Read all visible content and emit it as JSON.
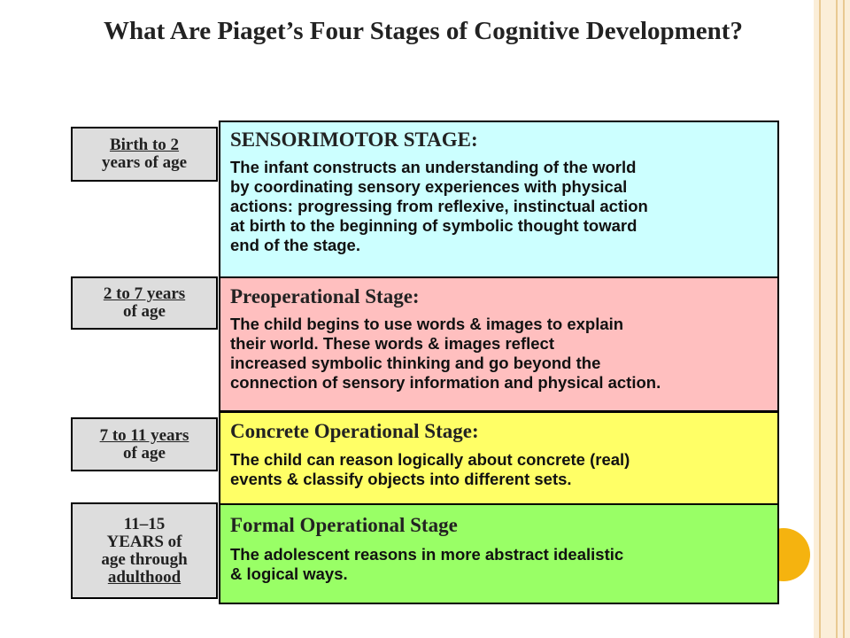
{
  "title": "What Are Piaget’s Four Stages of Cognitive Development?",
  "colors": {
    "sensorimotor": "#ccffff",
    "preoperational": "#ffbfbf",
    "concrete": "#ffff66",
    "formal": "#99ff66",
    "age_box": "#dddddd",
    "accent_circle": "#f5b30f",
    "side_strip": "#fbeed8"
  },
  "stages": [
    {
      "age": [
        "Birth to 2",
        "years of age"
      ],
      "heading": "SENSORIMOTOR STAGE:",
      "body": [
        "The infant constructs an understanding of the world",
        "by coordinating sensory experiences with physical",
        "actions: progressing from reflexive, instinctual action",
        "at birth to the beginning of symbolic thought toward",
        "end of the stage."
      ]
    },
    {
      "age": [
        "2 to 7 years",
        "of age"
      ],
      "heading": "Preoperational Stage:",
      "body": [
        "The child begins to use words & images to explain",
        "their world.  These words & images reflect",
        "increased symbolic thinking and go beyond the",
        "connection of sensory information and physical action."
      ]
    },
    {
      "age": [
        "7 to 11 years",
        "of age"
      ],
      "heading": "Concrete Operational Stage:",
      "body": [
        "The child can reason logically about concrete (real)",
        "events & classify objects into different sets."
      ]
    },
    {
      "age": [
        "11–15",
        "YEARS of",
        "age through",
        "adulthood"
      ],
      "heading": "Formal Operational Stage",
      "body": [
        "The adolescent reasons in more abstract idealistic",
        "& logical ways."
      ]
    }
  ]
}
